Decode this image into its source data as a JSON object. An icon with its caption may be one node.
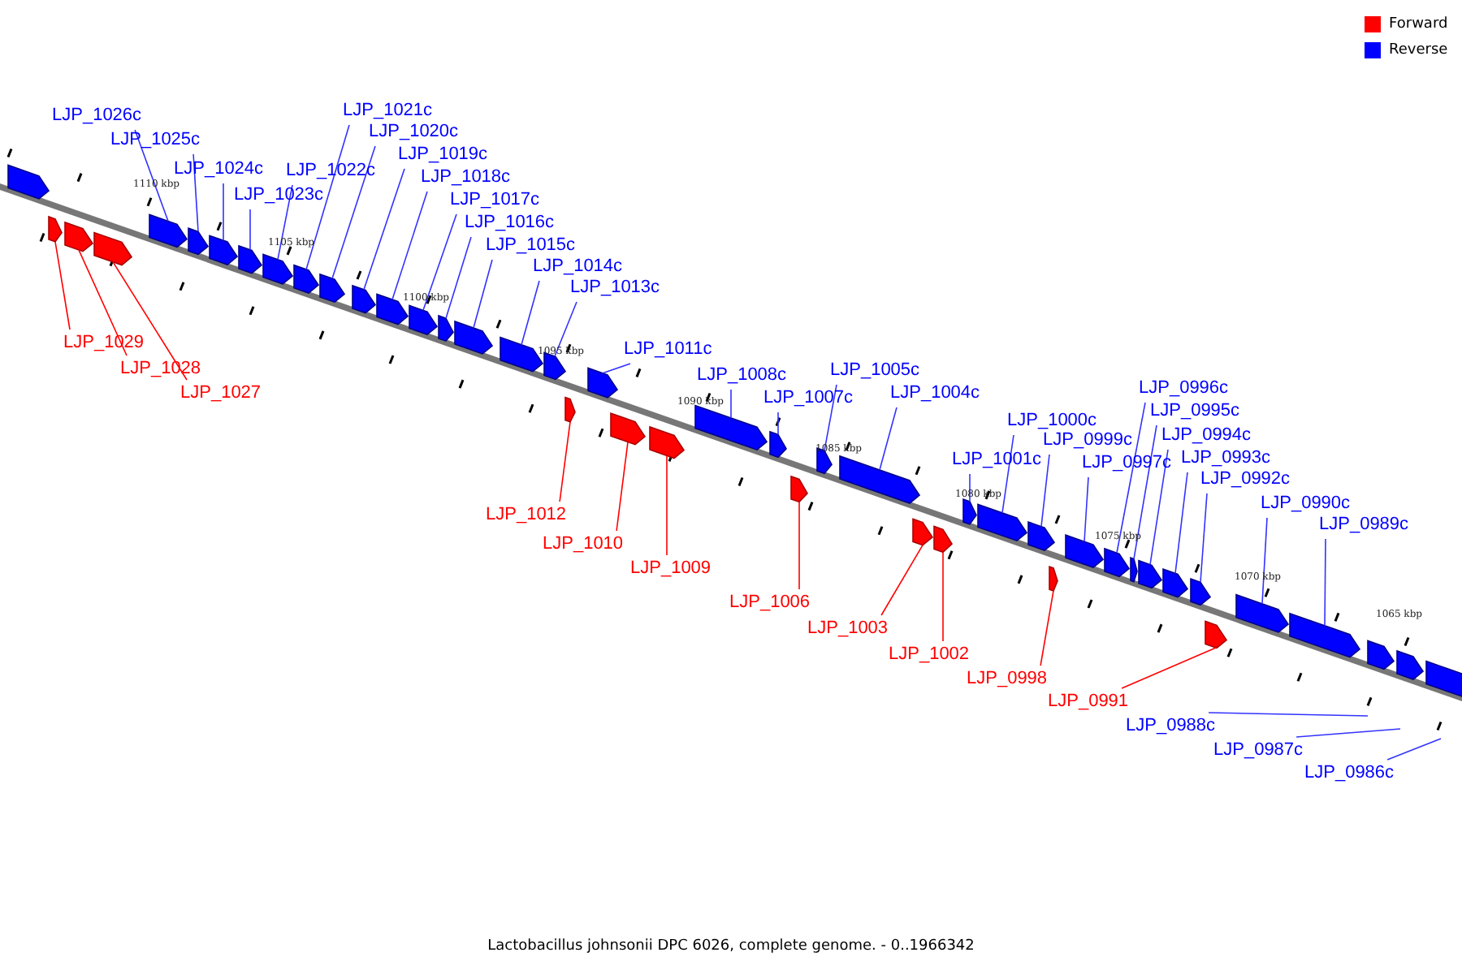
{
  "diagram": {
    "caption": "Lactobacillus johnsonii DPC 6026, complete genome. - 0..1966342",
    "nodes": [
      {
        "text": [],
        "shape": "arrow"
      },
      {
        "text": [
          "LJP_1029"
        ]
      },
      {
        "text": [],
        "shape": "arrow"
      },
      {
        "text": [
          "LJP_1028"
        ]
      },
      {
        "text": [],
        "shape": "arrow"
      },
      {
        "text": [
          "LJP_1027"
        ]
      },
      {
        "text": [],
        "shape": "arrow"
      },
      {
        "text": [
          "LJP_1026c"
        ]
      },
      {
        "text": [],
        "shape": "arrow"
      },
      {
        "text": [
          "LJP_1025c"
        ]
      },
      {
        "text": [],
        "shape": "arrow"
      },
      {
        "text": [
          "LJP_1024c"
        ]
      },
      {
        "text": [],
        "shape": "arrow"
      },
      {
        "text": [
          "LJP_1023c"
        ]
      },
      {
        "text": [],
        "shape": "arrow"
      },
      {
        "text": [
          "LJP_1022c"
        ]
      },
      {
        "text": [],
        "shape": "arrow"
      },
      {
        "text": [
          "LJP_1021c"
        ]
      },
      {
        "text": [],
        "shape": "arrow"
      },
      {
        "text": [
          "LJP_1020c"
        ]
      },
      {
        "text": [],
        "shape": "arrow"
      },
      {
        "text": [
          "LJP_1019c"
        ]
      },
      {
        "text": [],
        "shape": "arrow"
      },
      {
        "text": [
          "LJP_1018c"
        ]
      },
      {
        "text": [],
        "shape": "arrow"
      },
      {
        "text": [
          "LJP_1017c"
        ]
      },
      {
        "text": [],
        "shape": "arrow"
      },
      {
        "text": [
          "LJP_1016c"
        ]
      },
      {
        "text": [],
        "shape": "arrow"
      },
      {
        "text": [
          "LJP_1015c"
        ]
      },
      {
        "text": [],
        "shape": "arrow"
      },
      {
        "text": [
          "LJP_1014c"
        ]
      },
      {
        "text": [],
        "shape": "arrow"
      },
      {
        "text": [
          "LJP_1013c"
        ]
      },
      {
        "text": [],
        "shape": "arrow"
      },
      {
        "text": [
          "LJP_1012"
        ]
      },
      {
        "text": [],
        "shape": "arrow"
      },
      {
        "text": [
          "LJP_1011c"
        ]
      },
      {
        "text": [],
        "shape": "arrow"
      },
      {
        "text": [
          "LJP_1010"
        ]
      },
      {
        "text": [],
        "shape": "arrow"
      },
      {
        "text": [
          "LJP_1009"
        ]
      },
      {
        "text": [],
        "shape": "arrow"
      },
      {
        "text": [
          "LJP_1008c"
        ]
      },
      {
        "text": [],
        "shape": "arrow"
      },
      {
        "text": [
          "LJP_1007c"
        ]
      },
      {
        "text": [],
        "shape": "arrow"
      },
      {
        "text": [
          "LJP_1006"
        ]
      },
      {
        "text": [],
        "shape": "arrow"
      },
      {
        "text": [
          "LJP_1005c"
        ]
      },
      {
        "text": [],
        "shape": "arrow"
      },
      {
        "text": [
          "LJP_1004c"
        ]
      },
      {
        "text": [],
        "shape": "arrow"
      },
      {
        "text": [
          "LJP_1003"
        ]
      },
      {
        "text": [],
        "shape": "arrow"
      },
      {
        "text": [
          "LJP_1002"
        ]
      },
      {
        "text": [],
        "shape": "arrow"
      },
      {
        "text": [
          "LJP_1001c"
        ]
      },
      {
        "text": [],
        "shape": "arrow"
      },
      {
        "text": [
          "LJP_1000c"
        ]
      },
      {
        "text": [],
        "shape": "arrow"
      },
      {
        "text": [
          "LJP_0999c"
        ]
      },
      {
        "text": [],
        "shape": "arrow"
      },
      {
        "text": [
          "LJP_0998"
        ]
      },
      {
        "text": [],
        "shape": "arrow"
      },
      {
        "text": [
          "LJP_0997c"
        ]
      },
      {
        "text": [],
        "shape": "arrow"
      },
      {
        "text": [
          "LJP_0996c"
        ]
      },
      {
        "text": [],
        "shape": "arrow"
      },
      {
        "text": [
          "LJP_0995c"
        ]
      },
      {
        "text": [],
        "shape": "arrow"
      },
      {
        "text": [
          "LJP_0994c"
        ]
      },
      {
        "text": [],
        "shape": "arrow"
      },
      {
        "text": [
          "LJP_0993c"
        ]
      },
      {
        "text": [],
        "shape": "arrow"
      },
      {
        "text": [
          "LJP_0992c"
        ]
      },
      {
        "text": [],
        "shape": "arrow"
      },
      {
        "text": [
          "LJP_0991"
        ]
      },
      {
        "text": [],
        "shape": "arrow"
      },
      {
        "text": [
          "LJP_0990c"
        ]
      },
      {
        "text": [],
        "shape": "arrow"
      },
      {
        "text": [
          "LJP_0989c"
        ]
      },
      {
        "text": [],
        "shape": "arrow"
      },
      {
        "text": [
          "LJP_0988c"
        ]
      },
      {
        "text": [
          "LJP_0987c"
        ]
      },
      {
        "text": [
          "LJP_0986c"
        ]
      },
      {
        "text": [],
        "shape": "arrow"
      },
      {
        "text": [],
        "shape": "arrow"
      },
      {
        "text": [],
        "shape": "arrow"
      }
    ],
    "edges": [
      {
        "from": 1,
        "to": 2,
        "arrow": "none",
        "color": "#ff0000"
      },
      {
        "from": 3,
        "to": 4,
        "arrow": "none",
        "color": "#ff0000"
      },
      {
        "from": 5,
        "to": 6,
        "arrow": "none",
        "color": "#ff0000"
      },
      {
        "from": 7,
        "to": 8,
        "arrow": "none"
      },
      {
        "from": 9,
        "to": 10,
        "arrow": "none"
      },
      {
        "from": 11,
        "to": 12,
        "arrow": "none"
      },
      {
        "from": 13,
        "to": 14,
        "arrow": "none"
      },
      {
        "from": 15,
        "to": 16,
        "arrow": "none"
      },
      {
        "from": 17,
        "to": 18,
        "arrow": "none"
      },
      {
        "from": 19,
        "to": 20,
        "arrow": "none"
      },
      {
        "from": 21,
        "to": 22,
        "arrow": "none"
      },
      {
        "from": 23,
        "to": 24,
        "arrow": "none"
      },
      {
        "from": 25,
        "to": 26,
        "arrow": "none"
      },
      {
        "from": 27,
        "to": 28,
        "arrow": "none"
      },
      {
        "from": 29,
        "to": 30,
        "arrow": "none"
      },
      {
        "from": 31,
        "to": 32,
        "arrow": "none"
      },
      {
        "from": 33,
        "to": 34,
        "arrow": "none"
      },
      {
        "from": 35,
        "to": 36,
        "arrow": "none",
        "color": "#ff0000"
      },
      {
        "from": 37,
        "to": 38,
        "arrow": "none"
      },
      {
        "from": 39,
        "to": 40,
        "arrow": "none",
        "color": "#ff0000"
      },
      {
        "from": 41,
        "to": 42,
        "arrow": "none",
        "color": "#ff0000"
      },
      {
        "from": 43,
        "to": 44,
        "arrow": "none"
      },
      {
        "from": 45,
        "to": 46,
        "arrow": "none"
      },
      {
        "from": 47,
        "to": 48,
        "arrow": "none",
        "color": "#ff0000"
      },
      {
        "from": 49,
        "to": 50,
        "arrow": "none"
      },
      {
        "from": 51,
        "to": 52,
        "arrow": "none"
      },
      {
        "from": 53,
        "to": 54,
        "arrow": "none",
        "color": "#ff0000"
      },
      {
        "from": 55,
        "to": 56,
        "arrow": "none",
        "color": "#ff0000"
      },
      {
        "from": 57,
        "to": 58,
        "arrow": "none"
      },
      {
        "from": 59,
        "to": 60,
        "arrow": "none"
      },
      {
        "from": 61,
        "to": 62,
        "arrow": "none"
      },
      {
        "from": 63,
        "to": 64,
        "arrow": "none",
        "color": "#ff0000"
      },
      {
        "from": 65,
        "to": 66,
        "arrow": "none"
      },
      {
        "from": 67,
        "to": 68,
        "arrow": "none"
      },
      {
        "from": 69,
        "to": 70,
        "arrow": "none"
      },
      {
        "from": 71,
        "to": 72,
        "arrow": "none"
      },
      {
        "from": 73,
        "to": 74,
        "arrow": "none"
      },
      {
        "from": 75,
        "to": 76,
        "arrow": "none"
      },
      {
        "from": 77,
        "to": 78,
        "arrow": "none",
        "color": "#ff0000"
      },
      {
        "from": 79,
        "to": 80,
        "arrow": "none"
      },
      {
        "from": 81,
        "to": 82,
        "arrow": "none"
      },
      {
        "from": 83,
        "to": null,
        "arrow": "none"
      },
      {
        "from": 84,
        "to": null,
        "arrow": "none"
      },
      {
        "from": 85,
        "to": null,
        "arrow": "none"
      }
    ],
    "labels": [
      "1110 kbp",
      "1105 kbp",
      "1100 kbp",
      "1095 kbp",
      "1090 kbp",
      "1085 kbp",
      "1080 kbp",
      "1075 kbp",
      "1070 kbp",
      "1065 kbp"
    ],
    "legend": [
      {
        "text": "Forward",
        "color": "#ff0000"
      },
      {
        "text": "Reverse",
        "color": "#0000ff"
      }
    ]
  }
}
